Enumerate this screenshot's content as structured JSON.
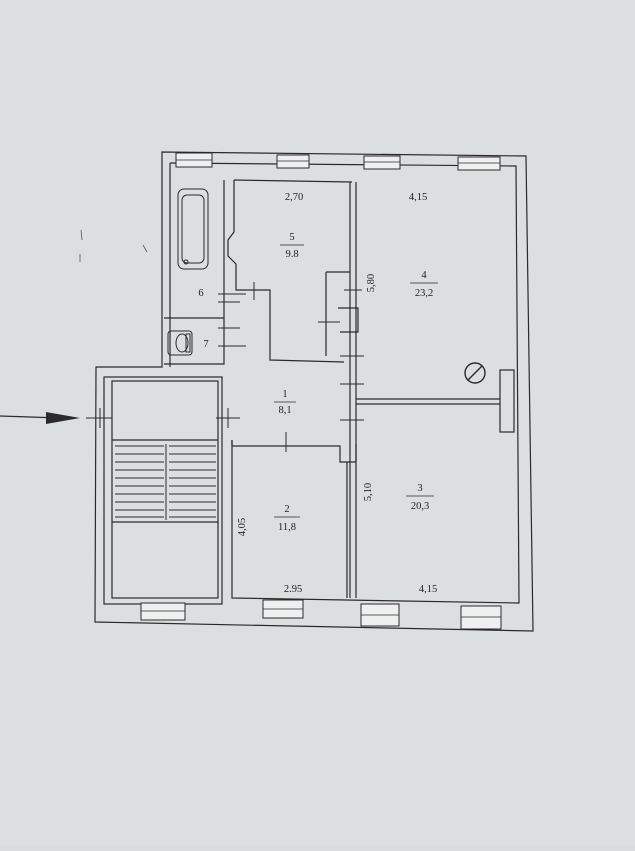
{
  "colors": {
    "paper": "#dfe2e3",
    "ink": "#2a2a2a",
    "wall_fill": "#f4f5f4"
  },
  "icons": {
    "entrance_arrow": "arrow-right-icon",
    "bathtub": "bathtub-icon",
    "toilet": "toilet-icon",
    "stove": "circle-slash-icon"
  },
  "rooms": [
    {
      "number": "1",
      "area": "8,1"
    },
    {
      "number": "2",
      "area": "11,8"
    },
    {
      "number": "3",
      "area": "20,3"
    },
    {
      "number": "4",
      "area": "23,2"
    },
    {
      "number": "5",
      "area": "9.8"
    },
    {
      "number": "6",
      "area": ""
    },
    {
      "number": "7",
      "area": ""
    }
  ],
  "dimensions": {
    "room5_width": "2,70",
    "room4_width": "4,15",
    "room4_depth": "5,80",
    "room3_depth": "5,10",
    "room3_width": "4,15",
    "room2_depth": "4,05",
    "room2_width": "2.95"
  }
}
